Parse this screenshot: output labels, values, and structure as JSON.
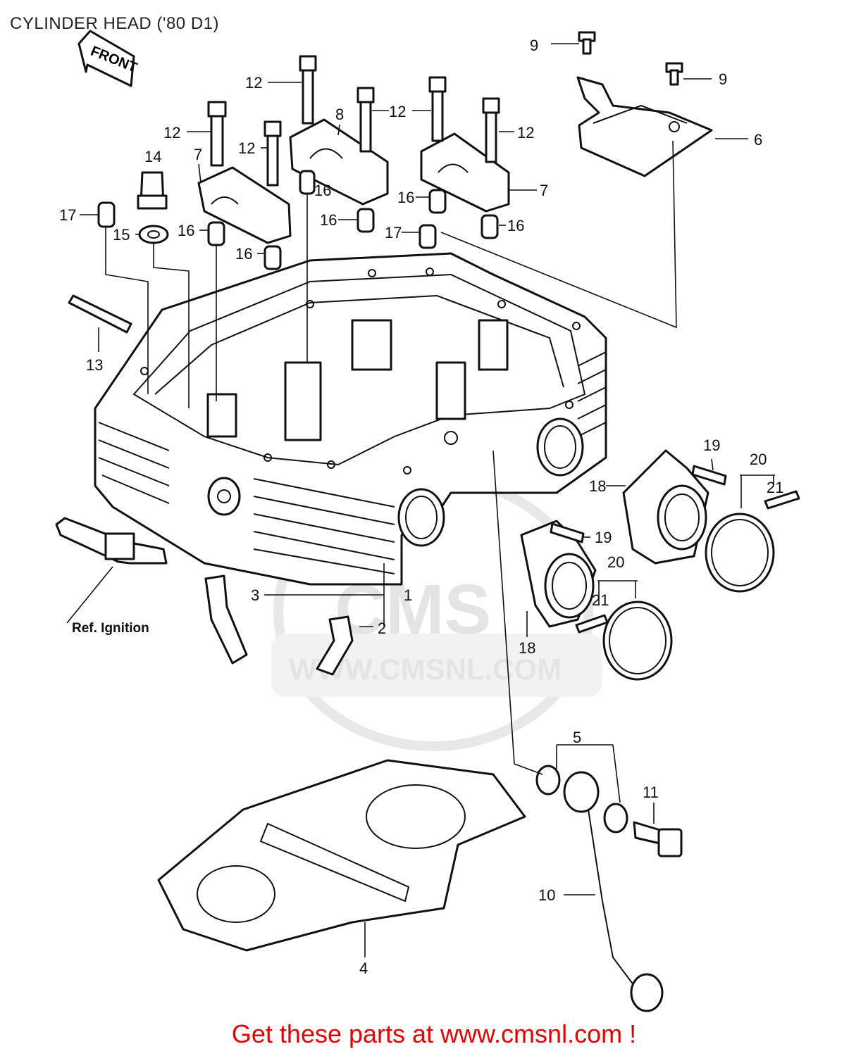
{
  "title": "CYLINDER HEAD ('80 D1)",
  "front_arrow_label": "FRONT",
  "reference_note": "Ref. Ignition",
  "watermark": {
    "brand": "CMS",
    "url": "WWW.CMSNL.COM"
  },
  "footer_text": "Get these parts at www.cmsnl.com !",
  "callouts": {
    "c1": "1",
    "c2": "2",
    "c3": "3",
    "c4": "4",
    "c5": "5",
    "c6": "6",
    "c7a": "7",
    "c7b": "7",
    "c8": "8",
    "c9a": "9",
    "c9b": "9",
    "c10": "10",
    "c11": "11",
    "c12a": "12",
    "c12b": "12",
    "c12c": "12",
    "c12d": "12",
    "c12e": "12",
    "c12f": "12",
    "c13": "13",
    "c14": "14",
    "c15": "15",
    "c16a": "16",
    "c16b": "16",
    "c16c": "16",
    "c16d": "16",
    "c16e": "16",
    "c16f": "16",
    "c17a": "17",
    "c17b": "17",
    "c18a": "18",
    "c18b": "18",
    "c19a": "19",
    "c19b": "19",
    "c20a": "20",
    "c20b": "20",
    "c21a": "21",
    "c21b": "21"
  },
  "colors": {
    "footer": "#e00000",
    "line": "#111111",
    "watermark": "#e4e4e4"
  }
}
